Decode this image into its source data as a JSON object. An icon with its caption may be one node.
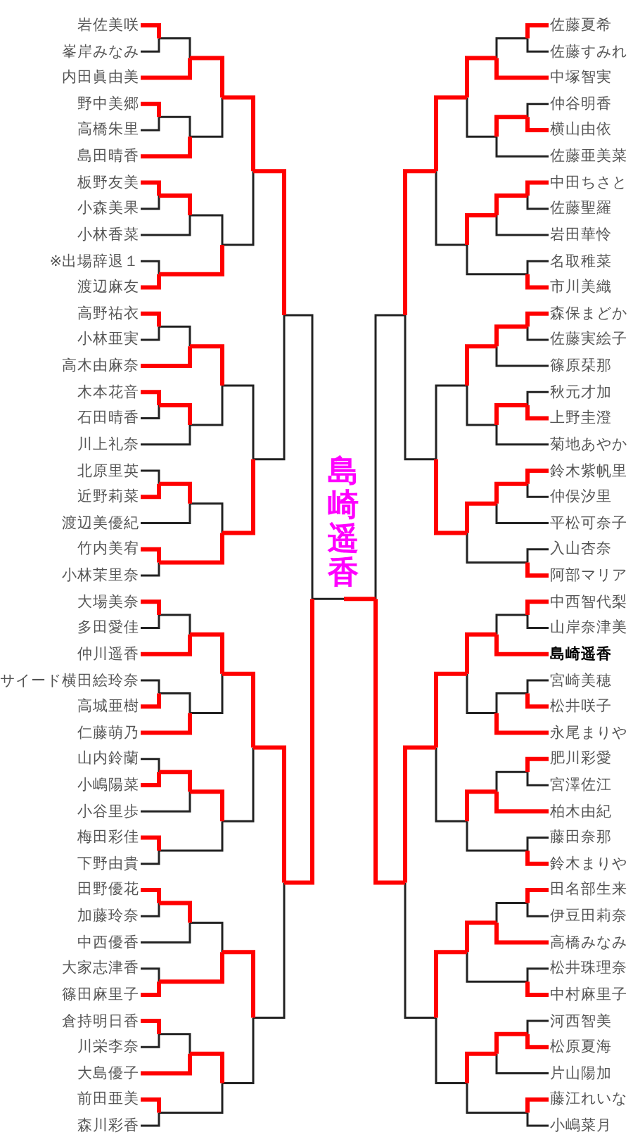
{
  "diagram": {
    "title": "島崎遥香",
    "labels": [
      "岩佐美咲",
      "峯岸みなみ",
      "内田眞由美",
      "野中美郷",
      "高橋朱里",
      "島田晴香",
      "板野友美",
      "小森美果",
      "小林香菜",
      "※出場辞退１",
      "渡辺麻友",
      "高野祐衣",
      "小林亜実",
      "高木由麻奈",
      "木本花音",
      "石田晴香",
      "川上礼奈",
      "北原里英",
      "近野莉菜",
      "渡辺美優紀",
      "竹内美宥",
      "小林茉里奈",
      "大場美奈",
      "多田愛佳",
      "仲川遥香",
      "サイード横田絵玲奈",
      "高城亜樹",
      "仁藤萌乃",
      "山内鈴蘭",
      "小嶋陽菜",
      "小谷里歩",
      "梅田彩佳",
      "下野由貴",
      "田野優花",
      "加藤玲奈",
      "中西優香",
      "大家志津香",
      "篠田麻里子",
      "倉持明日香",
      "川栄李奈",
      "大島優子",
      "前田亜美",
      "森川彩香",
      "佐藤夏希",
      "佐藤すみれ",
      "中塚智実",
      "仲谷明香",
      "横山由依",
      "佐藤亜美菜",
      "中田ちさと",
      "佐藤聖羅",
      "岩田華怜",
      "名取稚菜",
      "市川美織",
      "森保まどか",
      "佐藤実絵子",
      "篠原栞那",
      "秋元才加",
      "上野圭澄",
      "菊地あやか",
      "鈴木紫帆里",
      "仲俣汐里",
      "平松可奈子",
      "入山杏奈",
      "阿部マリア",
      "中西智代梨",
      "山岸奈津美",
      "島崎遥香",
      "宮崎美穂",
      "松井咲子",
      "永尾まりや",
      "肥川彩愛",
      "宮澤佐江",
      "柏木由紀",
      "藤田奈那",
      "鈴木まりや",
      "田名部生来",
      "伊豆田莉奈",
      "高橋みなみ",
      "松井珠理奈",
      "中村麻里子",
      "河西智美",
      "松原夏海",
      "片山陽加",
      "藤江れいな",
      "小嶋菜月"
    ]
  }
}
